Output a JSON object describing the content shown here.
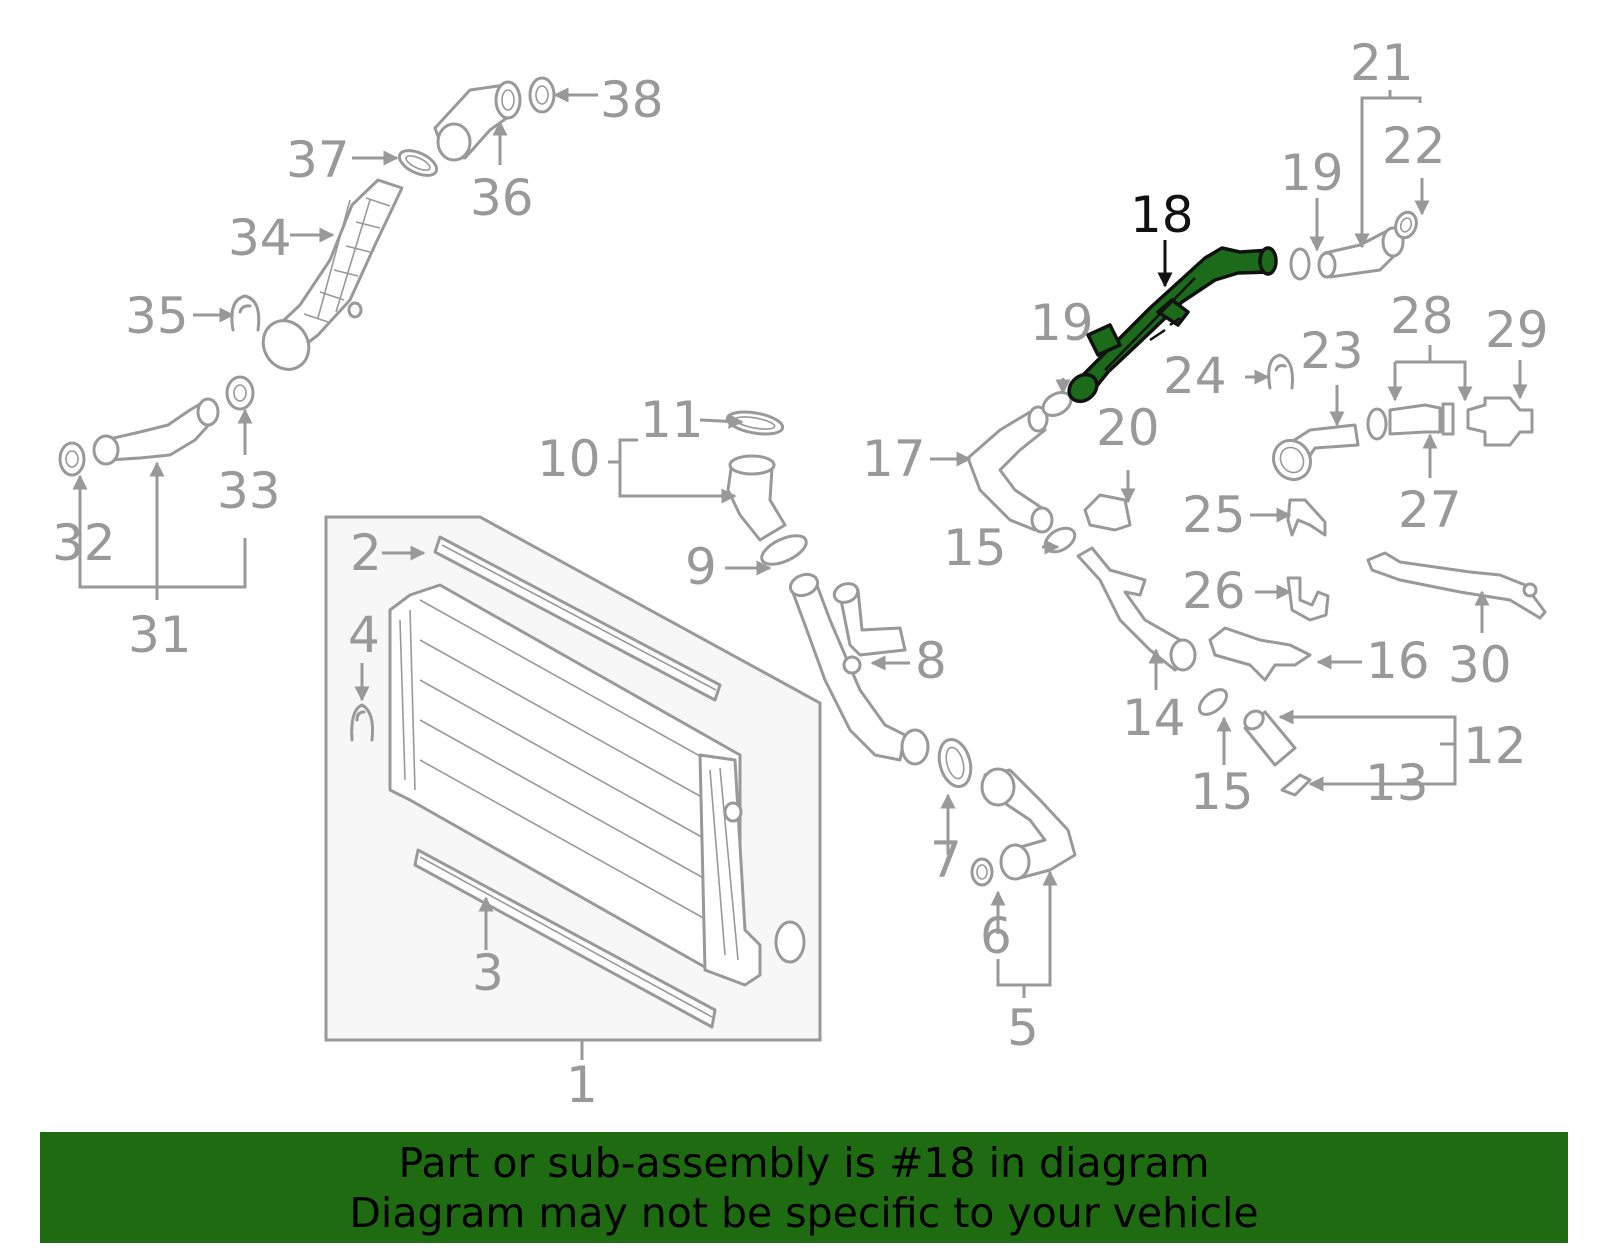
{
  "diagram": {
    "highlight_color": "#1b6b1b",
    "line_color": "#999999",
    "callouts": {
      "c1": "1",
      "c2": "2",
      "c3": "3",
      "c4": "4",
      "c5": "5",
      "c6": "6",
      "c7": "7",
      "c8": "8",
      "c9": "9",
      "c10": "10",
      "c11": "11",
      "c12": "12",
      "c13": "13",
      "c14": "14",
      "c15a": "15",
      "c15b": "15",
      "c16": "16",
      "c17": "17",
      "c18": "18",
      "c19a": "19",
      "c19b": "19",
      "c20": "20",
      "c21": "21",
      "c22": "22",
      "c23": "23",
      "c24": "24",
      "c25": "25",
      "c26": "26",
      "c27": "27",
      "c28": "28",
      "c29": "29",
      "c30": "30",
      "c31": "31",
      "c32": "32",
      "c33": "33",
      "c34": "34",
      "c35": "35",
      "c36": "36",
      "c37": "37",
      "c38": "38"
    }
  },
  "banner": {
    "color": "#1e6b12",
    "line1": "Part or sub-assembly is #18 in diagram",
    "line2": "Diagram may not be specific to your vehicle"
  }
}
